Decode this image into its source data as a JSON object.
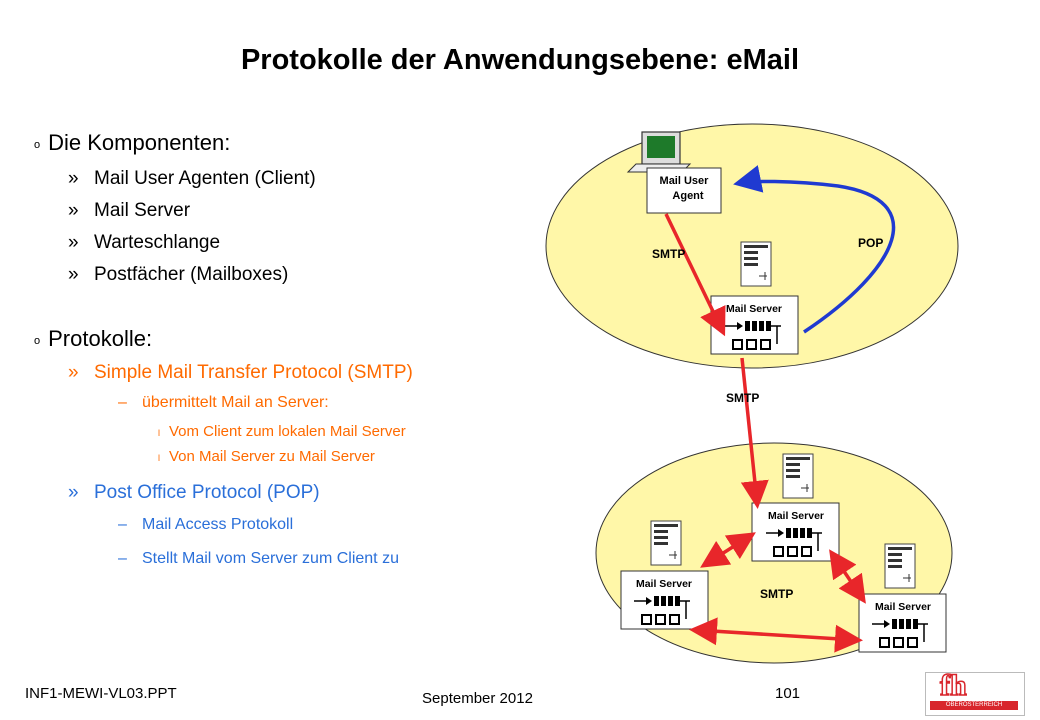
{
  "title": "Protokolle der Anwendungsebene: eMail",
  "bullets": {
    "marker_l1": "o",
    "marker_l2": "»",
    "marker_l3": "–",
    "marker_l4": "l",
    "komponenten": {
      "heading": "Die Komponenten:",
      "items": [
        "Mail User Agenten (Client)",
        "Mail Server",
        "Warteschlange",
        "Postfächer (Mailboxes)"
      ]
    },
    "protokolle": {
      "heading": "Protokolle:",
      "smtp": {
        "label": "Simple Mail Transfer Protocol (SMTP)",
        "sub": "übermittelt Mail an Server:",
        "subsub": [
          "Vom Client zum lokalen Mail Server",
          "Von Mail Server zu Mail Server"
        ]
      },
      "pop": {
        "label": "Post Office Protocol (POP)",
        "sub": [
          "Mail Access Protokoll",
          "Stellt Mail vom Server zum Client zu"
        ]
      }
    }
  },
  "diagram": {
    "agent_label_line1": "Mail User",
    "agent_label_line2": "Agent",
    "server_label": "Mail Server",
    "smtp_label": "SMTP",
    "pop_label": "POP",
    "colors": {
      "ellipse": "#fff7a8",
      "smtp_arrow": "#e8262a",
      "pop_arrow": "#1f3ad1",
      "orange_text": "#ff6a00",
      "blue_text": "#2a6fd9"
    }
  },
  "footer": {
    "file": "INF1-MEWI-VL03.PPT",
    "date": "September 2012",
    "page": "101",
    "logo_text": "fh",
    "logo_subtitle": "OBERÖSTERREICH"
  }
}
